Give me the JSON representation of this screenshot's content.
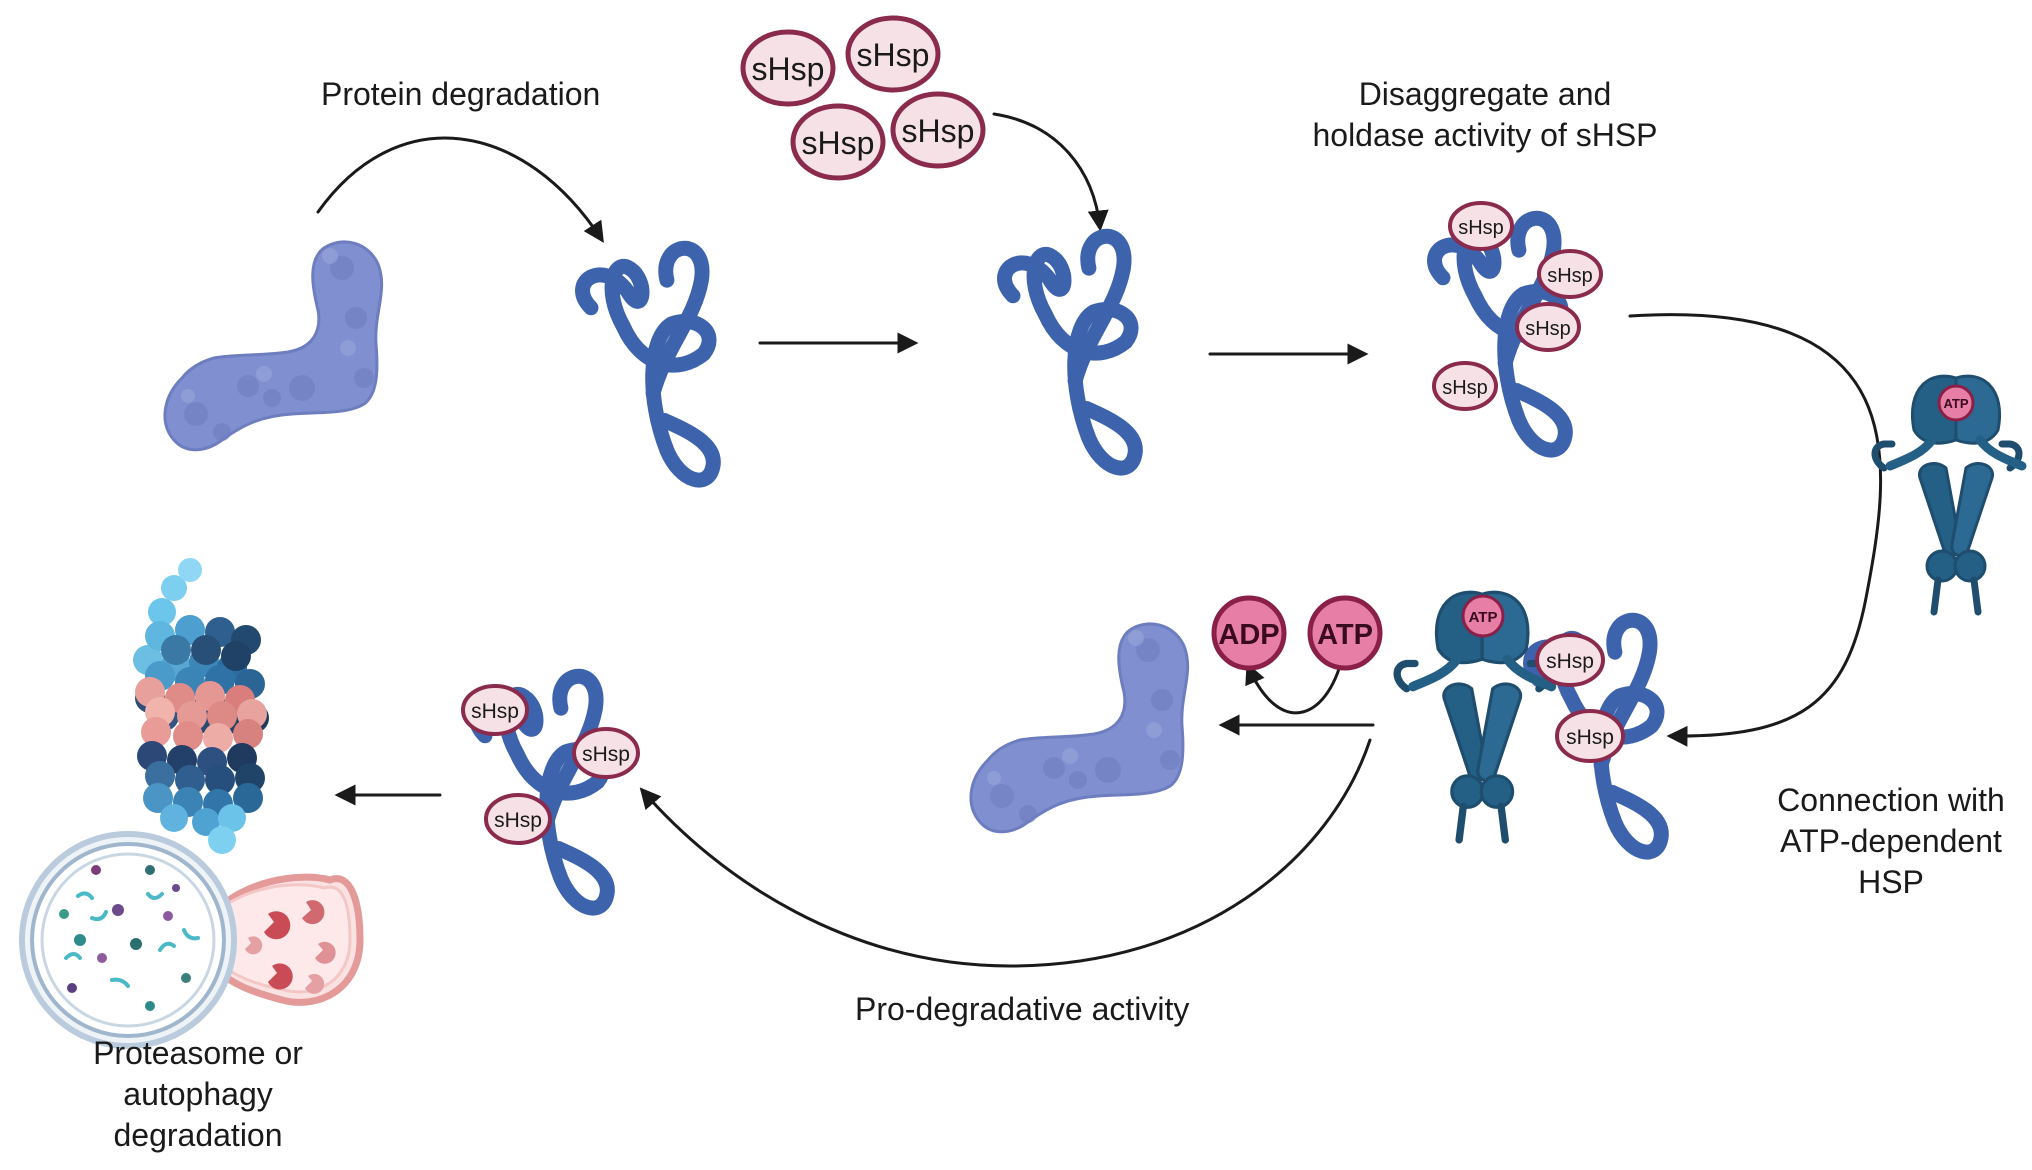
{
  "labels": {
    "protein_degradation": "Protein degradation",
    "disaggregate_line1": "Disaggregate and",
    "disaggregate_line2": "holdase activity of sHSP",
    "connection_line1": "Connection with",
    "connection_line2": "ATP-dependent",
    "connection_line3": "HSP",
    "pro_degradative": "Pro-degradative activity",
    "proteasome_line1": "Proteasome or",
    "proteasome_line2": "autophagy",
    "proteasome_line3": "degradation"
  },
  "chaperone_label": "sHsp",
  "nucleotides": {
    "adp": "ADP",
    "atp": "ATP",
    "hsp_atp": "ATP"
  },
  "colors": {
    "aggregate": "#7f8fcf",
    "unfolded_protein": "#3d63ad",
    "shsp_fill": "#f6e1e7",
    "shsp_stroke": "#8a2a4c",
    "hsp_body": "#245f86",
    "nucleotide_fill": "#e77ea5",
    "nucleotide_stroke": "#8a1f48",
    "arrow": "#1a1a1a"
  }
}
